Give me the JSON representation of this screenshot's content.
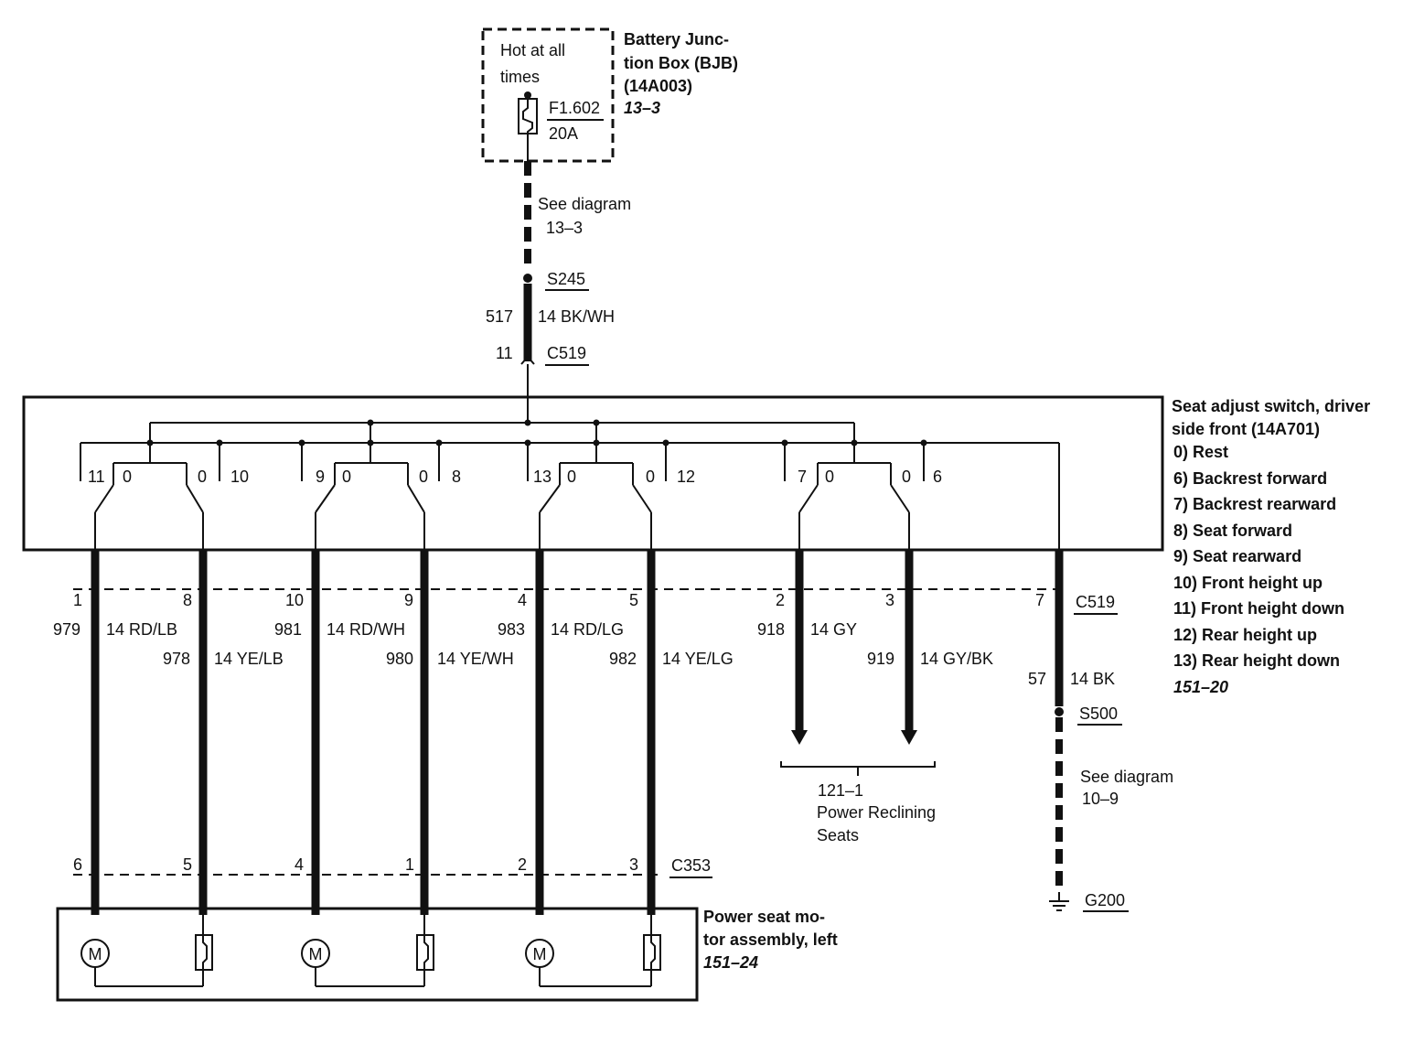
{
  "bjb": {
    "hot": [
      "Hot at all",
      "times"
    ],
    "fuse": [
      "F1.602",
      "20A"
    ],
    "title": [
      "Battery Junc-",
      "tion Box (BJB)",
      "(14A003)"
    ],
    "ref": "13–3"
  },
  "feed": {
    "see": [
      "See diagram",
      "13–3"
    ],
    "splice": "S245",
    "circuit": "517",
    "wire": "14 BK/WH",
    "pin": "11",
    "connector": "C519"
  },
  "switch": {
    "title": [
      "Seat adjust switch, driver",
      "side front (14A701)"
    ],
    "positions": [
      "0)    Rest",
      "6)    Backrest forward",
      "7)    Backrest rearward",
      "8)    Seat forward",
      "9)    Seat rearward",
      "10) Front height up",
      "11) Front height down",
      "12) Rear height up",
      "13) Rear height down"
    ],
    "ref": "151–20",
    "contacts": [
      [
        "11",
        "0",
        "0",
        "10"
      ],
      [
        "9",
        "0",
        "0",
        "8"
      ],
      [
        "13",
        "0",
        "0",
        "12"
      ],
      [
        "7",
        "0",
        "0",
        "6"
      ]
    ]
  },
  "wires": [
    {
      "pin": "1",
      "circuit": "979",
      "wire": "14 RD/LB"
    },
    {
      "pin": "8",
      "circuit": "978",
      "wire": "14 YE/LB"
    },
    {
      "pin": "10",
      "circuit": "981",
      "wire": "14 RD/WH"
    },
    {
      "pin": "9",
      "circuit": "980",
      "wire": "14 YE/WH"
    },
    {
      "pin": "4",
      "circuit": "983",
      "wire": "14 RD/LG"
    },
    {
      "pin": "5",
      "circuit": "982",
      "wire": "14 YE/LG"
    },
    {
      "pin": "2",
      "circuit": "918",
      "wire": "14 GY"
    },
    {
      "pin": "3",
      "circuit": "919",
      "wire": "14 GY/BK"
    },
    {
      "pin": "7",
      "circuit": "57",
      "wire": "14 BK"
    }
  ],
  "c519": "C519",
  "recline": [
    "121–1",
    "Power Reclining",
    "Seats"
  ],
  "ground": {
    "splice": "S500",
    "see": [
      "See diagram",
      "10–9"
    ],
    "ground": "G200"
  },
  "c353": {
    "label": "C353",
    "pins": [
      "6",
      "5",
      "4",
      "1",
      "2",
      "3"
    ]
  },
  "motor": {
    "title": [
      "Power seat mo-",
      "tor assembly, left"
    ],
    "ref": "151–24",
    "symbol": "M"
  }
}
